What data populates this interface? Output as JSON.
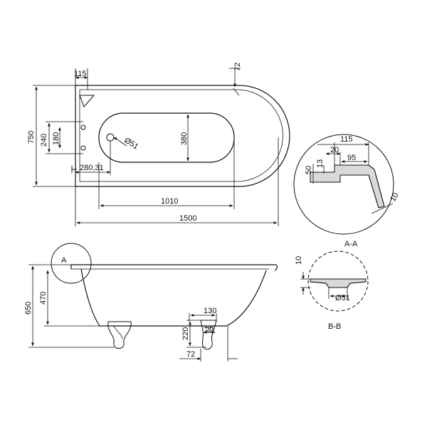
{
  "drawing": {
    "top_view": {
      "dims": {
        "tap_deck_width": "115",
        "rim_offset": "72",
        "overall_width": "750",
        "tap_spacing": "240",
        "tap_offset": "180",
        "inner_width": "380",
        "waste_diameter": "Ø51",
        "waste_offset": "280,31",
        "inner_length": "1010",
        "overall_length": "1500"
      }
    },
    "section_aa": {
      "title": "A-A",
      "dims": {
        "rim_width": "115",
        "lip": "20",
        "flange": "95",
        "thickness": "13",
        "rim_height": "50",
        "wall": "10"
      }
    },
    "side_view": {
      "detail_marker": "A",
      "dims": {
        "overall_height": "650",
        "inner_depth": "470",
        "foot_width": "130",
        "foot_inner": "56",
        "foot_height": "220",
        "foot_offset": "72"
      }
    },
    "section_bb": {
      "title": "B-B",
      "dims": {
        "height": "10",
        "waste_diameter": "Ø51"
      }
    }
  }
}
